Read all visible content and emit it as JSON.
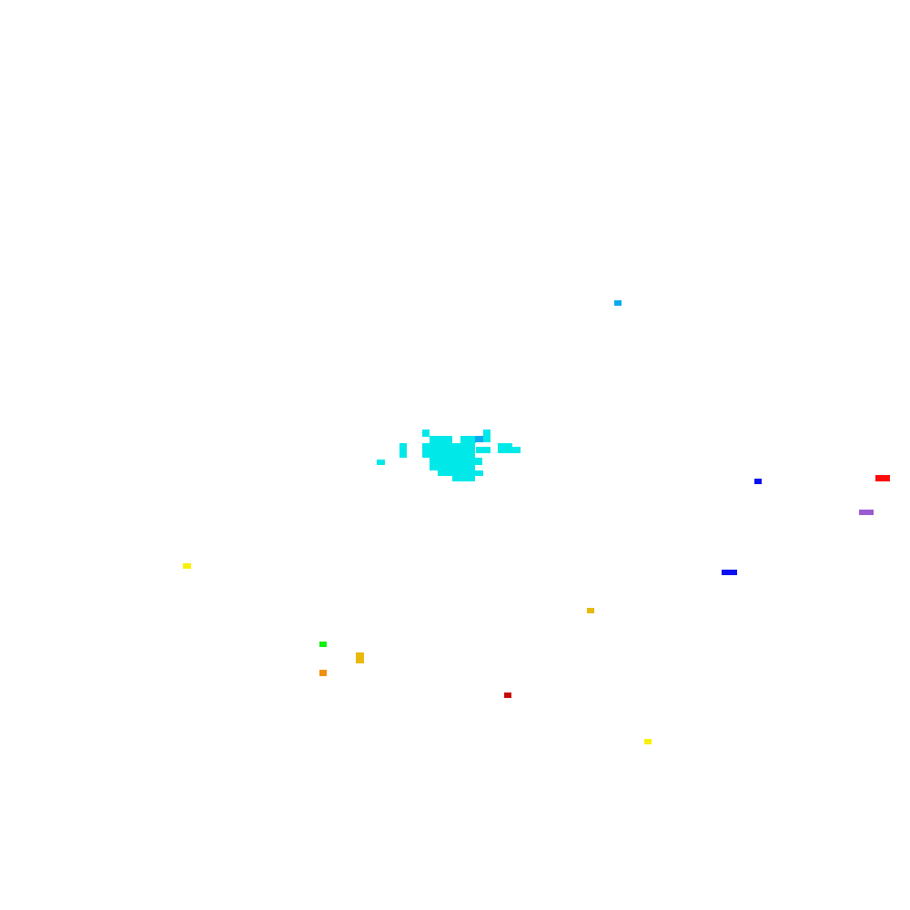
{
  "palette": {
    "background": "#ffffff",
    "cyan": "#00e8e8",
    "azure": "#0aa8f0",
    "blue": "#0a10f0",
    "red": "#ff0a0a",
    "purple": "#9a5ad0",
    "yellow": "#f8f00a",
    "gold": "#e8b80a",
    "green": "#10f010",
    "orange": "#f09010",
    "dark-red": "#c80a0a"
  },
  "cluster": {
    "color_key": "cyan",
    "highlight_color_key": "azure"
  },
  "scattered_blobs": [
    {
      "id": "blob-azure-top",
      "color_key": "azure"
    },
    {
      "id": "blob-blue-small",
      "color_key": "blue"
    },
    {
      "id": "blob-red",
      "color_key": "red"
    },
    {
      "id": "blob-purple",
      "color_key": "purple"
    },
    {
      "id": "blob-yellow-left",
      "color_key": "yellow"
    },
    {
      "id": "blob-blue-wide",
      "color_key": "blue"
    },
    {
      "id": "blob-gold-mid",
      "color_key": "gold"
    },
    {
      "id": "blob-green",
      "color_key": "green"
    },
    {
      "id": "blob-gold-left",
      "color_key": "gold"
    },
    {
      "id": "blob-orange",
      "color_key": "orange"
    },
    {
      "id": "blob-dark-red",
      "color_key": "dark-red"
    },
    {
      "id": "blob-yellow-bottom",
      "color_key": "yellow"
    }
  ]
}
